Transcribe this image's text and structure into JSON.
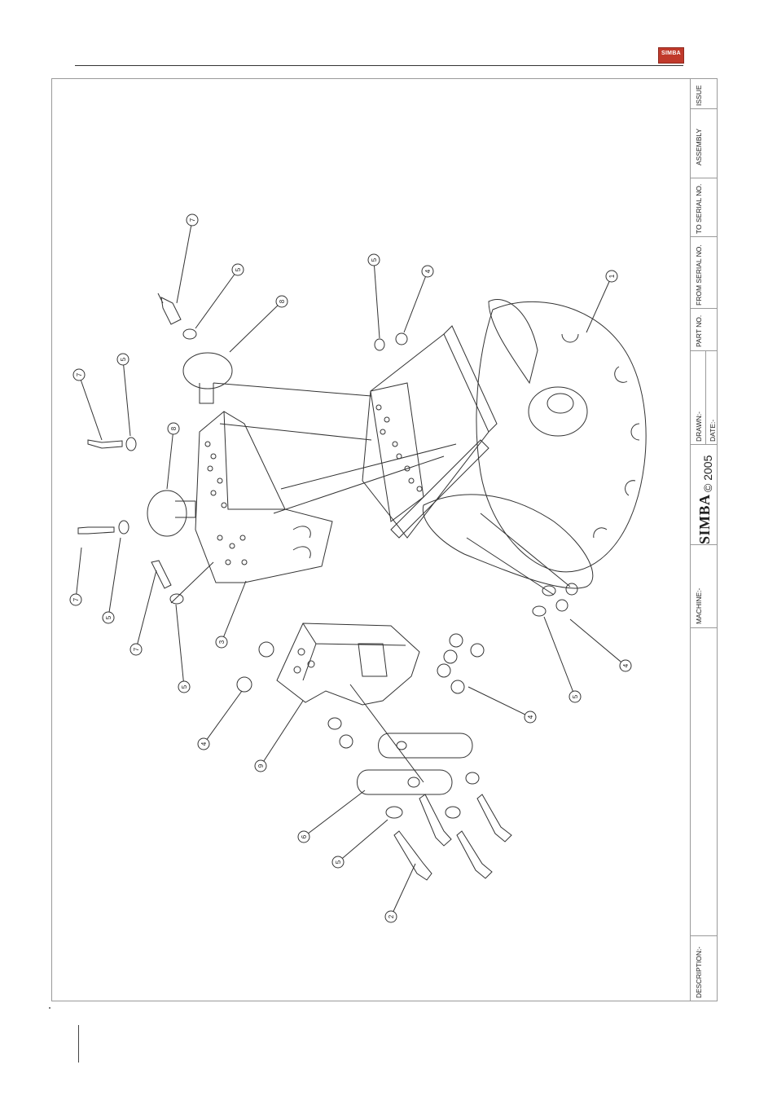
{
  "header": {
    "logo_text": "SIMBA"
  },
  "title_block": {
    "issue": "ISSUE",
    "assembly": "ASSEMBLY",
    "to_serial": "TO SERIAL NO.",
    "from_serial": "FROM SERIAL NO.",
    "part_no": "PART NO.",
    "drawn": "DRAWN:-",
    "date": "DATE:-",
    "copyright": "© 2005",
    "brand": "SIMBA",
    "machine": "MACHINE:-",
    "description": "DESCRIPTION:-"
  },
  "callouts": [
    "7",
    "5",
    "8",
    "7",
    "5",
    "8",
    "7",
    "5",
    "7",
    "5",
    "3",
    "5",
    "4",
    "1",
    "4",
    "5",
    "4",
    "5",
    "4",
    "4",
    "9",
    "6",
    "5",
    "2"
  ],
  "colors": {
    "logo": "#c0392b",
    "line": "#333333",
    "frame": "#9a9a9a"
  }
}
